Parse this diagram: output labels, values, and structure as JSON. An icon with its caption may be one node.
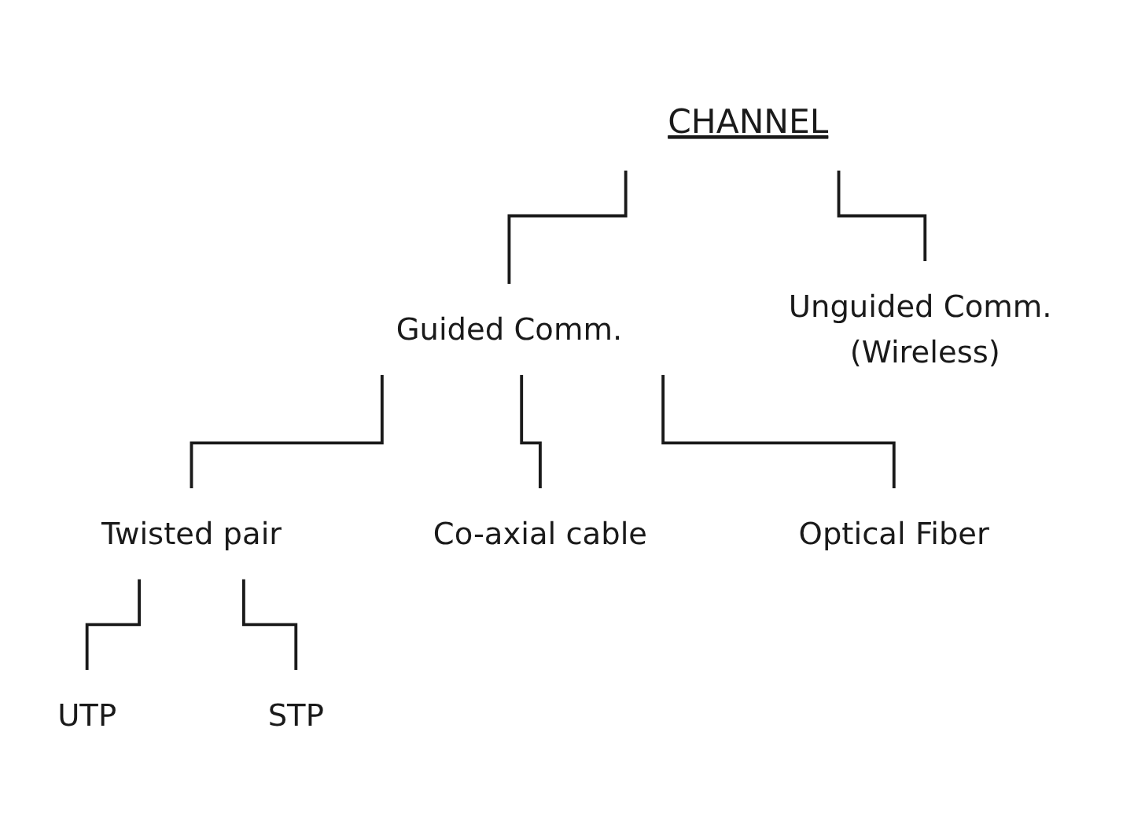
{
  "diagram": {
    "nodes": [
      {
        "text": [
          "CHANNEL"
        ]
      },
      {
        "text": [
          "Guided Comm."
        ]
      },
      {
        "text": [
          "Unguided Comm. (Wireless)"
        ]
      },
      {
        "text": [
          "Twisted pair"
        ]
      },
      {
        "text": [
          "Co-axial cable"
        ]
      },
      {
        "text": [
          "Optical Fiber"
        ]
      },
      {
        "text": [
          "UTP"
        ]
      },
      {
        "text": [
          "STP"
        ]
      }
    ],
    "edges": [
      {
        "from": 0,
        "to": 1,
        "arrow": "none"
      },
      {
        "from": 0,
        "to": 2,
        "arrow": "none"
      },
      {
        "from": 1,
        "to": 3,
        "arrow": "none"
      },
      {
        "from": 1,
        "to": 4,
        "arrow": "none"
      },
      {
        "from": 1,
        "to": 5,
        "arrow": "none"
      },
      {
        "from": 3,
        "to": 6,
        "arrow": "none"
      },
      {
        "from": 3,
        "to": 7,
        "arrow": "none"
      }
    ]
  }
}
